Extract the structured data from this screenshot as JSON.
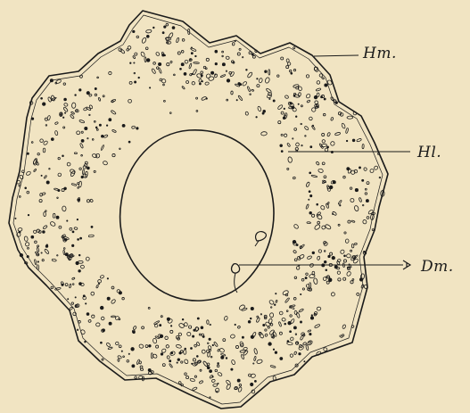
{
  "figure": {
    "labels": {
      "hm": "Hm.",
      "hl": "Hl.",
      "dm": "Dm."
    }
  },
  "colors": {
    "paper": "#F1E4C2",
    "ink": "#1B1B1B"
  }
}
